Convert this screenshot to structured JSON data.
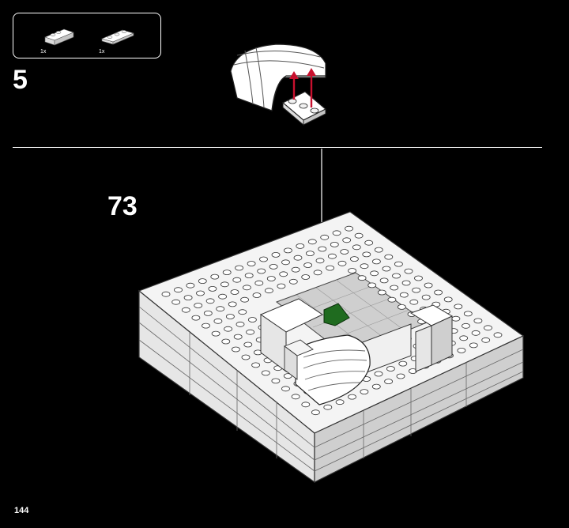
{
  "parts_list": {
    "items": [
      {
        "qty": "1x",
        "icon": "white-1x3-slope-brick-icon"
      },
      {
        "qty": "1x",
        "icon": "white-1x3-plate-icon"
      }
    ]
  },
  "substep": {
    "number": "5"
  },
  "step": {
    "number": "73"
  },
  "page": {
    "number": "144"
  },
  "colors": {
    "background": "#000000",
    "brick": "#ffffff",
    "brick_shadow": "#c9c9c9",
    "arrow": "#c8102e",
    "plant": "#1f6b1f",
    "floor_tile": "#d0d0d0"
  }
}
